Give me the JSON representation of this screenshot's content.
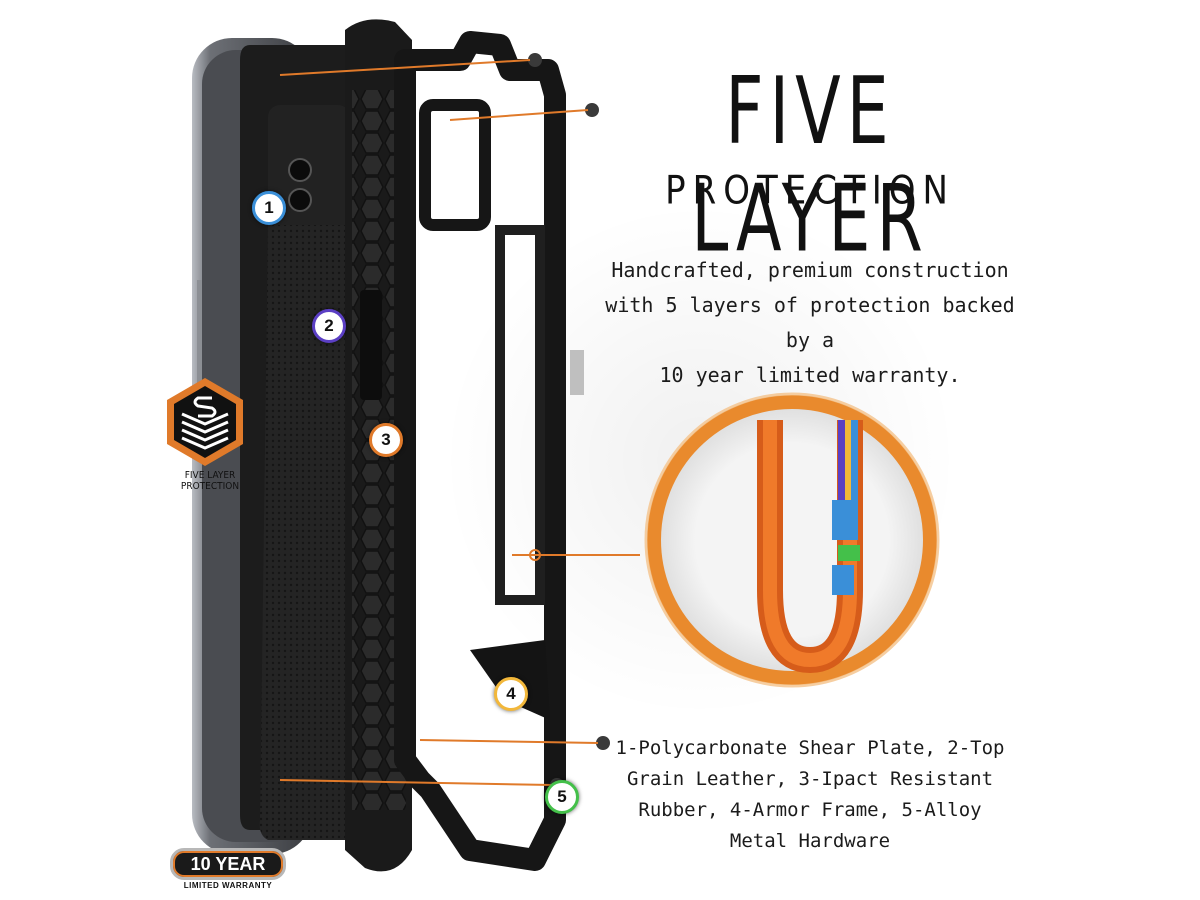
{
  "headline": {
    "title": "FIVE LAYER",
    "subtitle": "PROTECTION"
  },
  "description": {
    "lines": [
      "Handcrafted, premium construction",
      "with 5 layers of protection backed by a",
      "10 year limited warranty."
    ]
  },
  "legend": {
    "lines": [
      "1-Polycarbonate Shear Plate, 2-Top",
      "Grain Leather, 3-Ipact Resistant",
      "Rubber, 4-Armor Frame, 5-Alloy",
      "Metal Hardware"
    ]
  },
  "badges": [
    "1",
    "2",
    "3",
    "4",
    "5"
  ],
  "layer_logo": {
    "text": "FIVE LAYER PROTECTION",
    "icon": "stacked-layers-s-logo"
  },
  "warranty": {
    "badge_text": "10 YEAR",
    "subtitle": "LIMITED WARRANTY"
  },
  "colors": {
    "accent_orange": "#e07a2a",
    "layer1_blue": "#3a8fd8",
    "layer2_purple": "#5b3fc4",
    "layer3_orange": "#e07a2a",
    "layer4_yellow": "#f2b73a",
    "layer5_green": "#44c04a"
  }
}
